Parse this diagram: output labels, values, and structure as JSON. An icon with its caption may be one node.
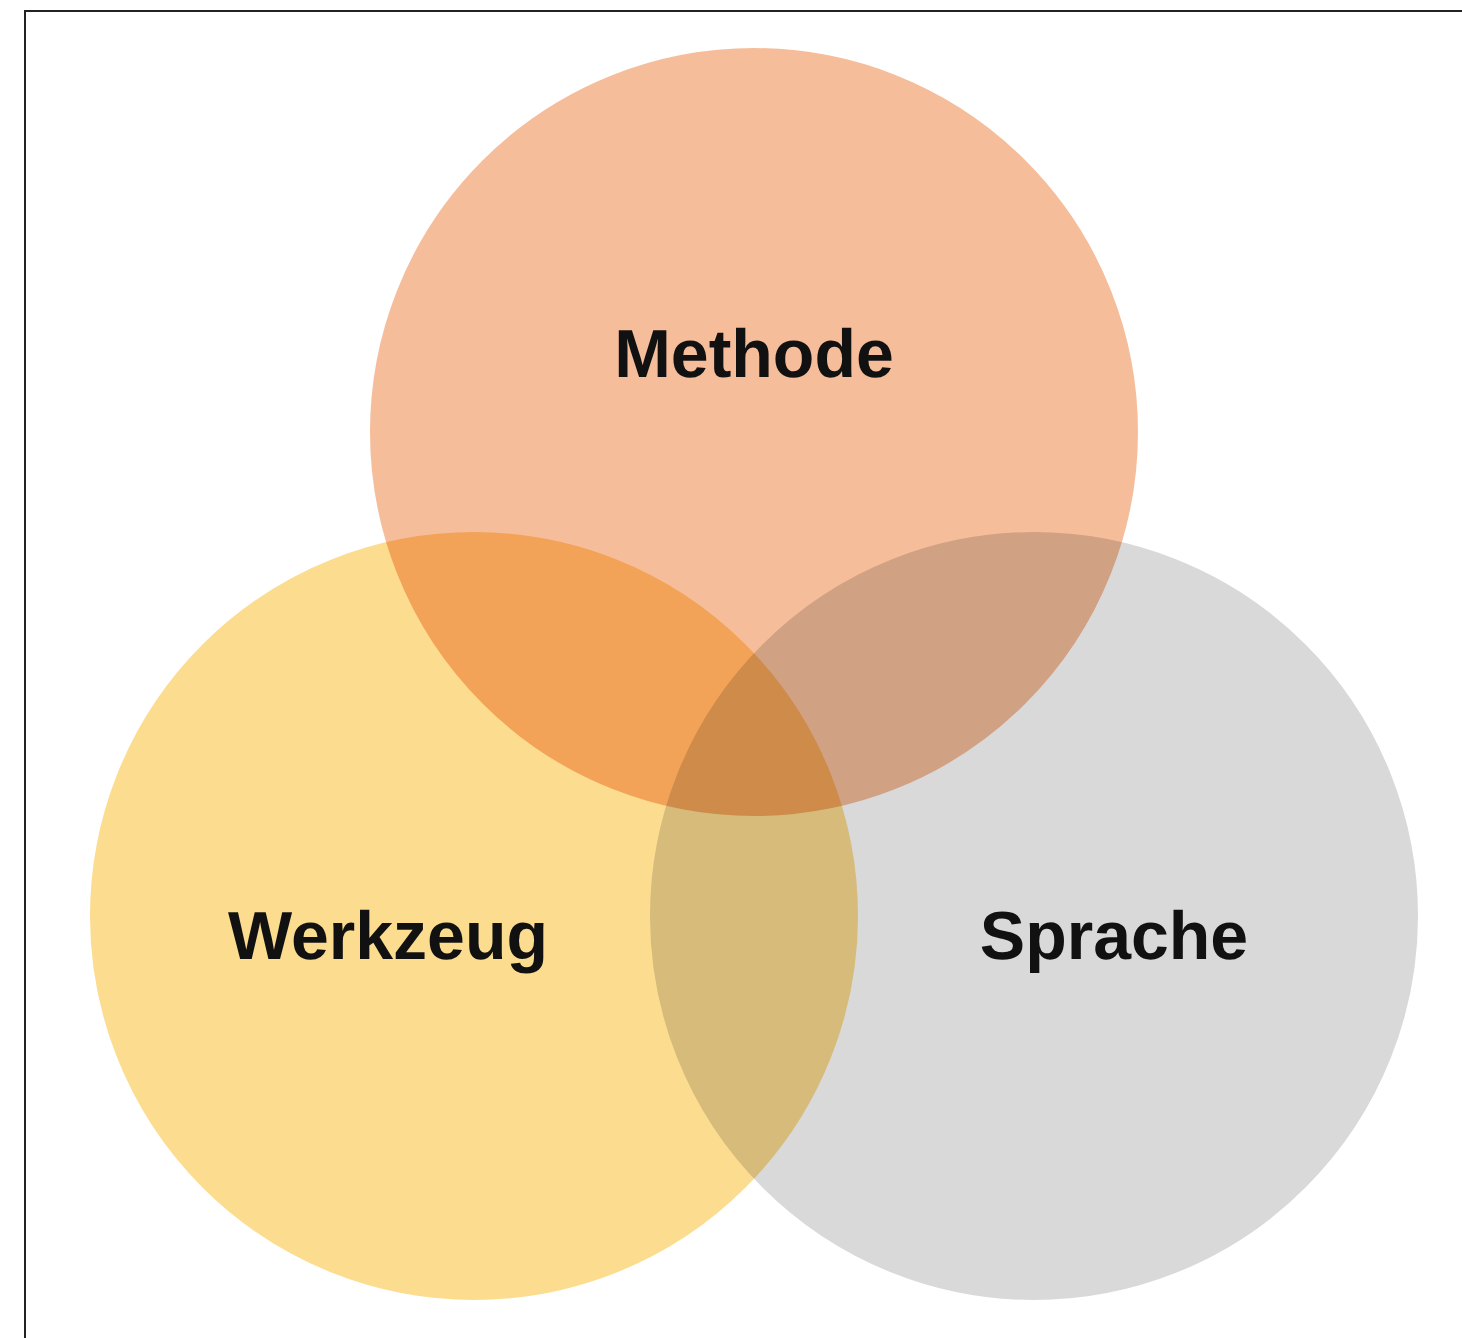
{
  "diagram": {
    "nodes": [
      {
        "text": [
          "Methode"
        ]
      },
      {
        "text": [
          "Werkzeug"
        ]
      },
      {
        "text": [
          "Sprache"
        ]
      }
    ]
  }
}
